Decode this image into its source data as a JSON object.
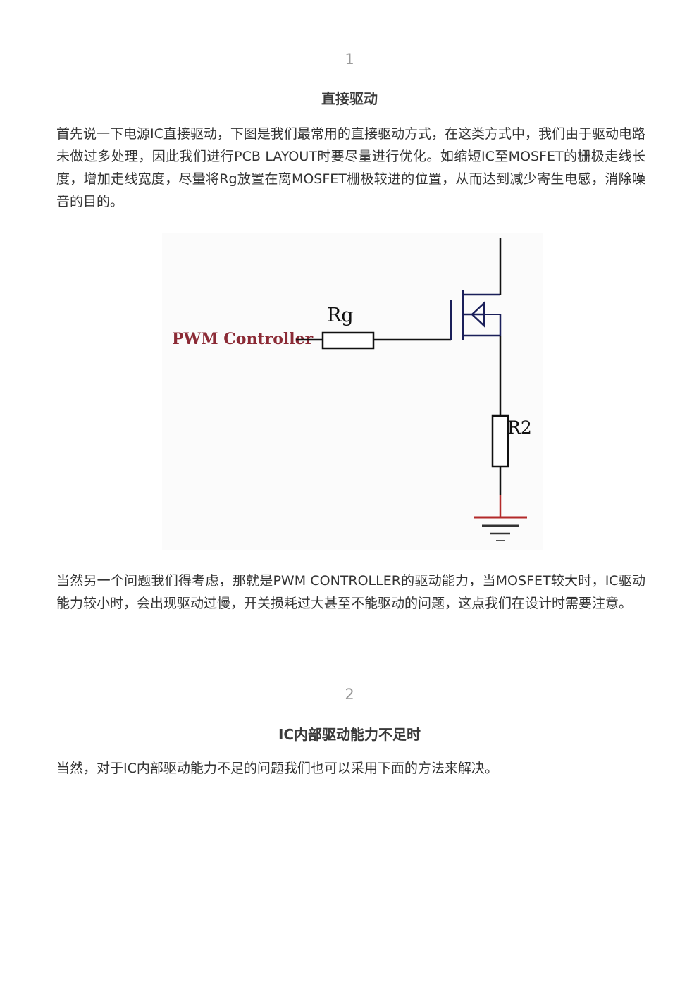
{
  "section1": {
    "number": "1",
    "title": "直接驱动",
    "paragraph1": "首先说一下电源IC直接驱动，下图是我们最常用的直接驱动方式，在这类方式中，我们由于驱动电路未做过多处理，因此我们进行PCB LAYOUT时要尽量进行优化。如缩短IC至MOSFET的栅极走线长度，增加走线宽度，尽量将Rg放置在离MOSFET栅极较进的位置，从而达到减少寄生电感，消除噪音的目的。",
    "paragraph2": "当然另一个问题我们得考虑，那就是PWM CONTROLLER的驱动能力，当MOSFET较大时，IC驱动能力较小时，会出现驱动过慢，开关损耗过大甚至不能驱动的问题，这点我们在设计时需要注意。"
  },
  "figure": {
    "pwm_label": "PWM Controller",
    "rg_label": "Rg",
    "r2_label": "R2",
    "colors": {
      "pwm_label": "#8b2a35",
      "wire": "#111111",
      "mosfet": "#1a1f5a",
      "ground": "#b32a2a"
    }
  },
  "section2": {
    "number": "2",
    "title": "IC内部驱动能力不足时",
    "paragraph1": "当然，对于IC内部驱动能力不足的问题我们也可以采用下面的方法来解决。"
  }
}
